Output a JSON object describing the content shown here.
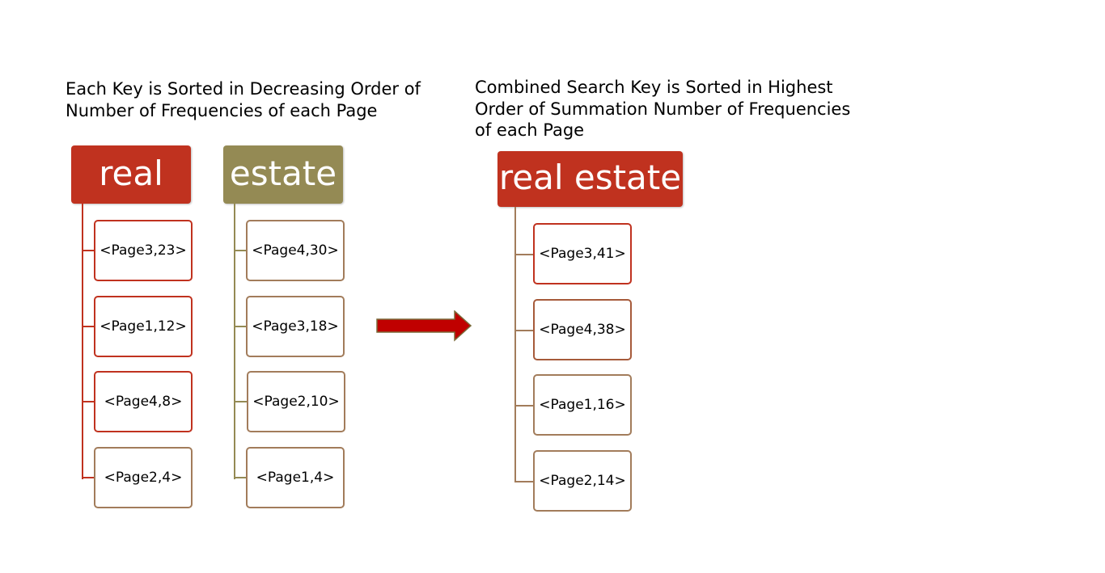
{
  "left_caption": [
    "Each Key is Sorted in Decreasing Order of",
    "Number of Frequencies of each Page"
  ],
  "right_caption": [
    "Combined Search Key is Sorted in Highest",
    "Order of Summation Number of Frequencies",
    "of each Page"
  ],
  "keys": [
    {
      "label": "real",
      "color": "#c0321f",
      "items": [
        "<Page3,23>",
        "<Page1,12>",
        "<Page4,8>",
        "<Page2,4>"
      ]
    },
    {
      "label": "estate",
      "color": "#948a54",
      "items": [
        "<Page4,30>",
        "<Page3,18>",
        "<Page2,10>",
        "<Page1,4>"
      ]
    }
  ],
  "combined": {
    "label": "real estate",
    "color": "#c0321f",
    "items": [
      "<Page3,41>",
      "<Page4,38>",
      "<Page1,16>",
      "<Page2,14>"
    ]
  },
  "arrow_color": "#c00000"
}
